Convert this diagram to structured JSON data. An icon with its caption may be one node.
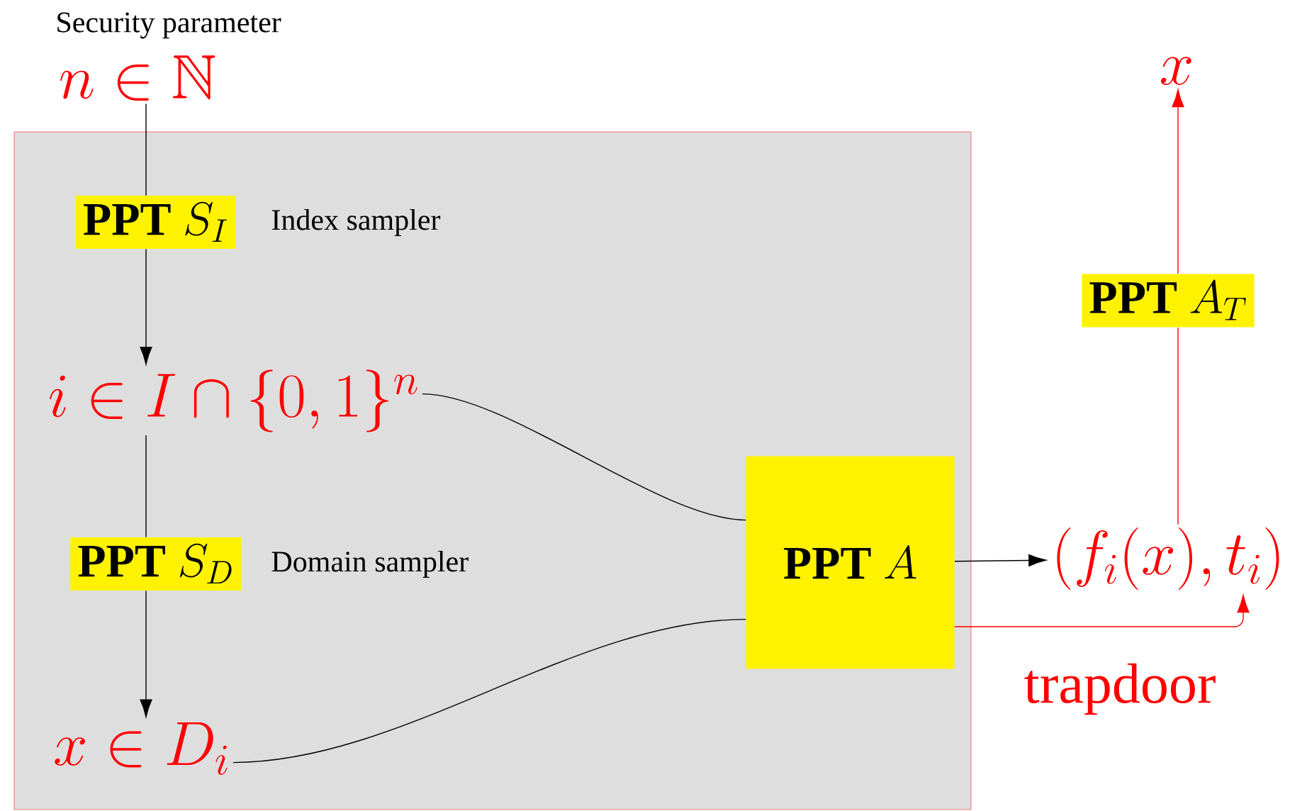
{
  "diagram": {
    "nodes": [
      {
        "text": [],
        "shape": "box"
      },
      {
        "text": [
          "n \\in \\mathbb{N}"
        ],
        "beside": [
          "Security parameter"
        ]
      },
      {
        "text": [
          "\\mathbf{PPT}\\ S_I"
        ],
        "in": 0,
        "beside": [
          "Index sampler"
        ]
      },
      {
        "text": [
          "i \\in I \\cap \\{0,1\\}^n"
        ],
        "in": 0
      },
      {
        "text": [
          "\\mathbf{PPT}\\ S_D"
        ],
        "in": 0,
        "beside": [
          "Domain sampler"
        ]
      },
      {
        "text": [
          "x \\in D_i"
        ],
        "in": 0
      },
      {
        "text": [
          "\\mathbf{PPT}\\ A"
        ],
        "in": 0
      },
      {
        "text": [
          "(f_i(x), t_i)"
        ]
      },
      {
        "text": [
          "\\mathbf{PPT}\\ A_T"
        ]
      },
      {
        "text": [
          "x"
        ]
      }
    ],
    "edges": [
      {
        "from": 1,
        "to": 2,
        "arrow": "none"
      },
      {
        "from": 2,
        "to": 3,
        "arrow": "to"
      },
      {
        "from": 3,
        "to": 4,
        "arrow": "none"
      },
      {
        "from": 4,
        "to": 5,
        "arrow": "to"
      },
      {
        "from": 3,
        "to": 6,
        "arrow": "none"
      },
      {
        "from": 5,
        "to": 6,
        "arrow": "none"
      },
      {
        "from": 6,
        "to": 7,
        "arrow": "to"
      },
      {
        "from": 6,
        "to": 7,
        "arrow": "to",
        "label": "trapdoor",
        "color": "#ff0000"
      },
      {
        "from": 7,
        "to": 8,
        "arrow": "none",
        "color": "#ff0000"
      },
      {
        "from": 8,
        "to": 9,
        "arrow": "to",
        "color": "#ff0000"
      }
    ]
  }
}
